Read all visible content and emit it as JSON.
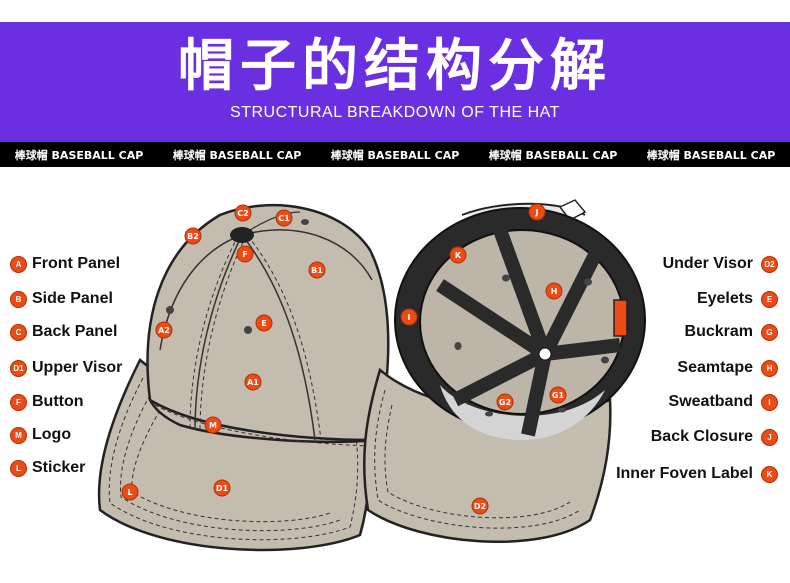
{
  "header": {
    "title": "帽子的结构分解",
    "subtitle": "STRUCTURAL BREAKDOWN OF THE HAT",
    "color": "#6a2fe0"
  },
  "ticker": [
    "棒球帽  BASEBALL CAP",
    "棒球帽  BASEBALL CAP",
    "棒球帽  BASEBALL CAP",
    "棒球帽  BASEBALL CAP",
    "棒球帽  BASEBALL CAP"
  ],
  "legend_left": [
    {
      "code": "A",
      "label": "Front Panel"
    },
    {
      "code": "B",
      "label": "Side Panel"
    },
    {
      "code": "C",
      "label": "Back Panel"
    },
    {
      "code": "D1",
      "label": "Upper Visor"
    },
    {
      "code": "F",
      "label": "Button"
    },
    {
      "code": "M",
      "label": "Logo"
    },
    {
      "code": "L",
      "label": "Sticker"
    }
  ],
  "legend_right": [
    {
      "code": "D2",
      "label": "Under Visor"
    },
    {
      "code": "E",
      "label": "Eyelets"
    },
    {
      "code": "G",
      "label": "Buckram"
    },
    {
      "code": "H",
      "label": "Seamtape"
    },
    {
      "code": "I",
      "label": "Sweatband"
    },
    {
      "code": "J",
      "label": "Back Closure"
    },
    {
      "code": "K",
      "label": "Inner Foven Label"
    }
  ],
  "markers_top_cap": [
    "C2",
    "C1",
    "B2",
    "F",
    "B1",
    "A2",
    "E",
    "A1",
    "M",
    "D1",
    "L"
  ],
  "markers_under_cap": [
    "J",
    "K",
    "H",
    "I",
    "G2",
    "G1",
    "D2"
  ],
  "colors": {
    "cap": "#bfb7a9",
    "badge": "#ec4a16",
    "sweatband": "#222222"
  }
}
